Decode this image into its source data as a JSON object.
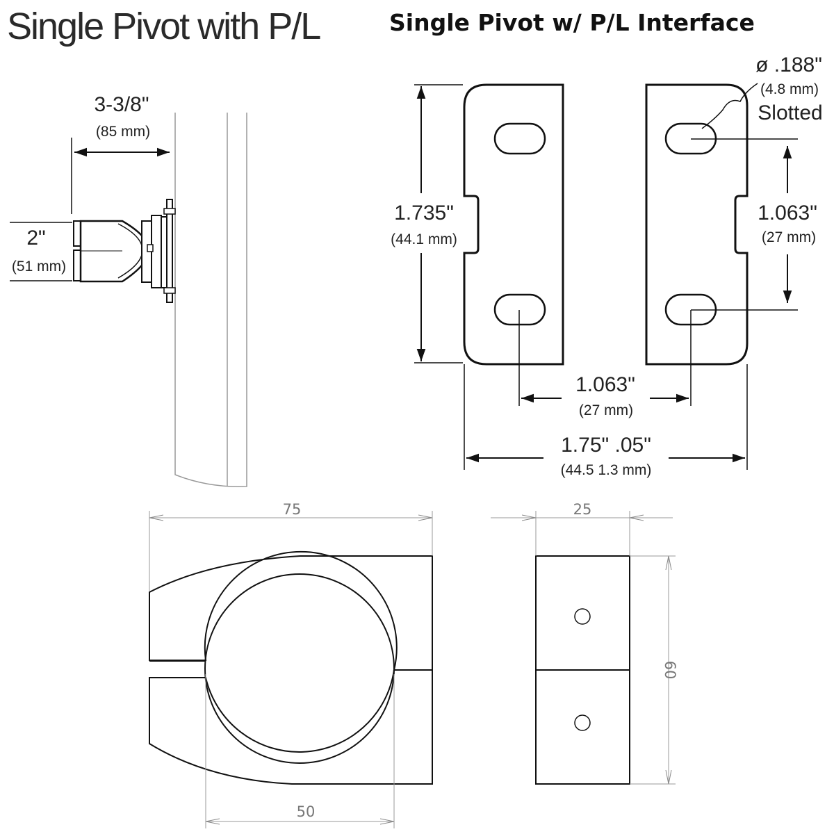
{
  "titles": {
    "left": "Single Pivot with  P/L",
    "right": "Single Pivot w/  P/L  Interface"
  },
  "side_view": {
    "depth_in": "3-3/8\"",
    "depth_mm": "(85 mm)",
    "height_in": "2\"",
    "height_mm": "(51 mm)"
  },
  "plates": {
    "hole_dia_in": "ø .188\"",
    "hole_dia_mm": "(4.8 mm)",
    "hole_note": "Slotted",
    "left_height_in": "1.735\"",
    "left_height_mm": "(44.1 mm)",
    "right_spacing_in": "1.063\"",
    "right_spacing_mm": "(27 mm)",
    "bottom_spacing_in": "1.063\"",
    "bottom_spacing_mm": "(27 mm)",
    "width_in": "1.75\"  .05\"",
    "width_mm": "(44.5 1.3 mm)"
  },
  "cad": {
    "top_width": "75",
    "bottom_width": "50",
    "side_width": "25",
    "side_height": "60"
  }
}
